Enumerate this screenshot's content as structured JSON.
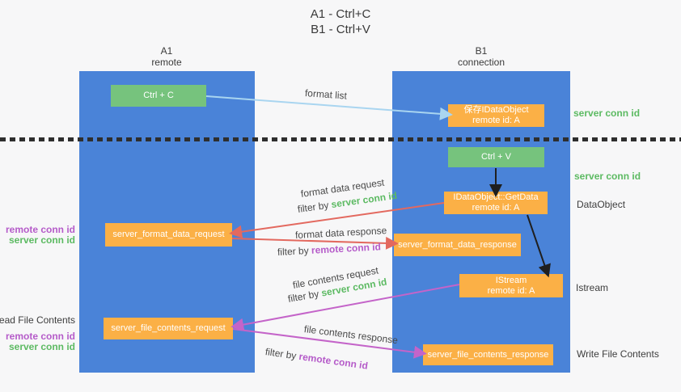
{
  "title": {
    "line1": "A1 - Ctrl+C",
    "line2": "B1 - Ctrl+V"
  },
  "columns": {
    "a1": {
      "name": "A1",
      "subtitle": "remote"
    },
    "b1": {
      "name": "B1",
      "subtitle": "connection"
    }
  },
  "nodes": {
    "ctrl_c": {
      "label": "Ctrl + C"
    },
    "save_dataobject": {
      "line1": "保存IDataObject",
      "line2": "remote id: A"
    },
    "ctrl_v": {
      "label": "Ctrl + V"
    },
    "getdata": {
      "line1": "IDataObject::GetData",
      "line2": "remote id: A"
    },
    "format_request": {
      "label": "server_format_data_request"
    },
    "format_response": {
      "label": "server_format_data_response"
    },
    "istream": {
      "line1": "IStream",
      "line2": "remote id: A"
    },
    "file_request": {
      "label": "server_file_contents_request"
    },
    "file_response": {
      "label": "server_file_contents_response"
    }
  },
  "flow_labels": {
    "format_list": "format list",
    "format_data_request": "format data request",
    "format_data_response": "format data response",
    "file_contents_request": "file contents request",
    "file_contents_response": "file contents response",
    "filter_prefix": "filter by",
    "server_conn_id": "server conn id",
    "remote_conn_id": "remote conn id"
  },
  "left_annotations": {
    "format": {
      "remote": "remote conn id",
      "server": "server conn id"
    },
    "file": {
      "title": "Read File Contents",
      "remote": "remote conn id",
      "server": "server conn id"
    }
  },
  "right_annotations": {
    "save": "server conn id",
    "paste": "server conn id",
    "dataobject": "DataObject",
    "istream": "Istream",
    "write": "Write File Contents"
  },
  "colors": {
    "column_blue": "#4a83d8",
    "node_green": "#76c37d",
    "node_orange": "#fbb046",
    "arrow_blue": "#a9d5f0",
    "arrow_black": "#1f1f1f",
    "arrow_red": "#e3695f",
    "arrow_purple": "#c464c9",
    "text_green": "#5cba62",
    "text_purple": "#b55bc9"
  }
}
